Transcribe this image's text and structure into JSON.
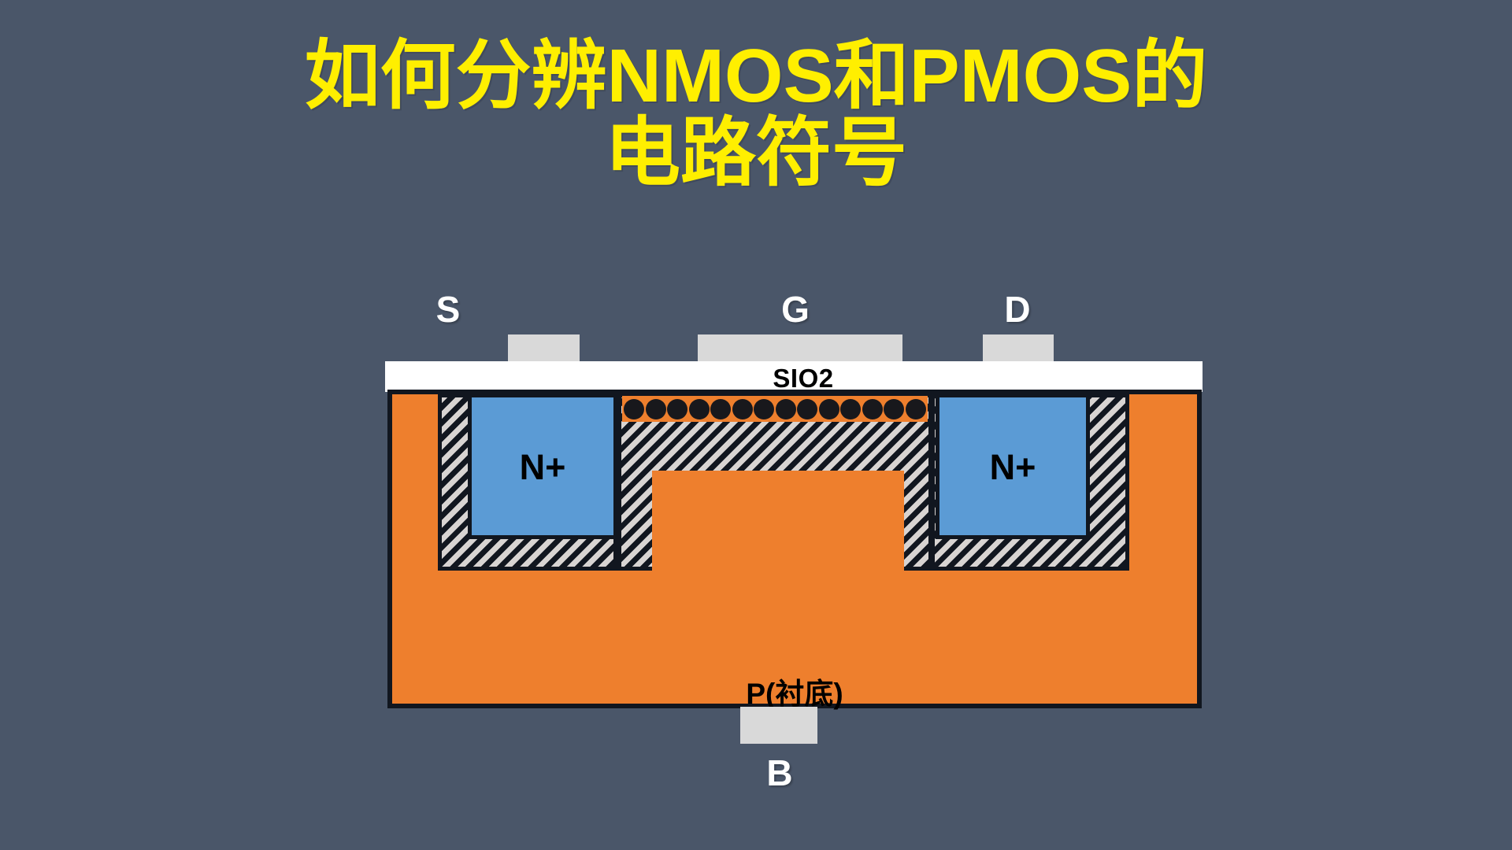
{
  "colors": {
    "background": "#4a5669",
    "title_text": "#ffef00",
    "substrate_orange": "#ee7f2d",
    "nplus_blue": "#5b9bd5",
    "oxide_white": "#ffffff",
    "metal_gray": "#d9d9d9",
    "outline_black": "#11161f",
    "dot_black": "#18181c",
    "terminal_label_white": "#ffffff"
  },
  "title": {
    "line1": "如何分辨NMOS和PMOS的",
    "line2": "电路符号"
  },
  "terminals": [
    {
      "id": "source",
      "label": "S"
    },
    {
      "id": "gate",
      "label": "G"
    },
    {
      "id": "drain",
      "label": "D"
    },
    {
      "id": "bulk",
      "label": "B"
    }
  ],
  "diagram": {
    "oxide_label": "SIO2",
    "substrate_label": "P(衬底)",
    "wells": [
      {
        "id": "source-well",
        "label": "N+"
      },
      {
        "id": "drain-well",
        "label": "N+"
      }
    ],
    "channel_dot_count": 14
  }
}
